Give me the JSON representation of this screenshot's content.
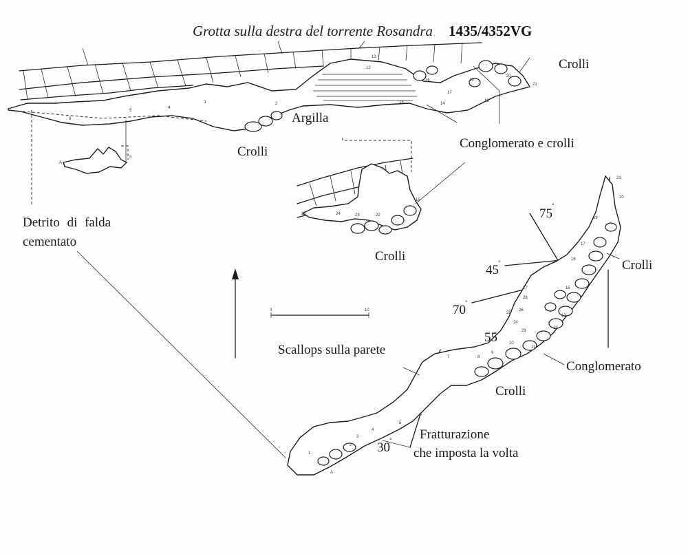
{
  "title": {
    "name": "Grotta sulla destra del torrente Rosandra",
    "code": "1435/4352VG"
  },
  "labels": {
    "crolli_top_right": "Crolli",
    "argilla": "Argilla",
    "crolli_center": "Crolli",
    "conglomerato_e_crolli": "Conglomerato e crolli",
    "detrito_line1": "Detrito di falda",
    "detrito_line2": "cementato",
    "crolli_section": "Crolli",
    "crolli_plan_right": "Crolli",
    "conglomerato": "Conglomerato",
    "scallops": "Scallops sulla parete",
    "crolli_plan_bottom": "Crolli",
    "fratturazione_line1": "Fratturazione",
    "fratturazione_line2": "che imposta la volta"
  },
  "angles": {
    "a75": "75",
    "a45": "45",
    "a70": "70",
    "a55": "55",
    "a30": "30"
  },
  "scale_bar": {
    "start": "0",
    "end": "10"
  },
  "station_numbers": {
    "n13": "13",
    "n12": "12",
    "n16": "16",
    "n17": "17",
    "n18": "18",
    "n19": "19",
    "n20": "20",
    "n21": "21",
    "n15": "15",
    "n23": "23",
    "n22": "22",
    "n24": "24",
    "n25": "25",
    "n26": "26",
    "n27": "27",
    "n28": "28",
    "n29": "29",
    "n10": "10",
    "n11": "11",
    "n14": "14",
    "n9": "9",
    "n8": "8",
    "n7": "7",
    "n6": "6",
    "n5": "5",
    "n4": "4",
    "n3": "3",
    "n2": "2",
    "n1": "1",
    "A": "A"
  }
}
